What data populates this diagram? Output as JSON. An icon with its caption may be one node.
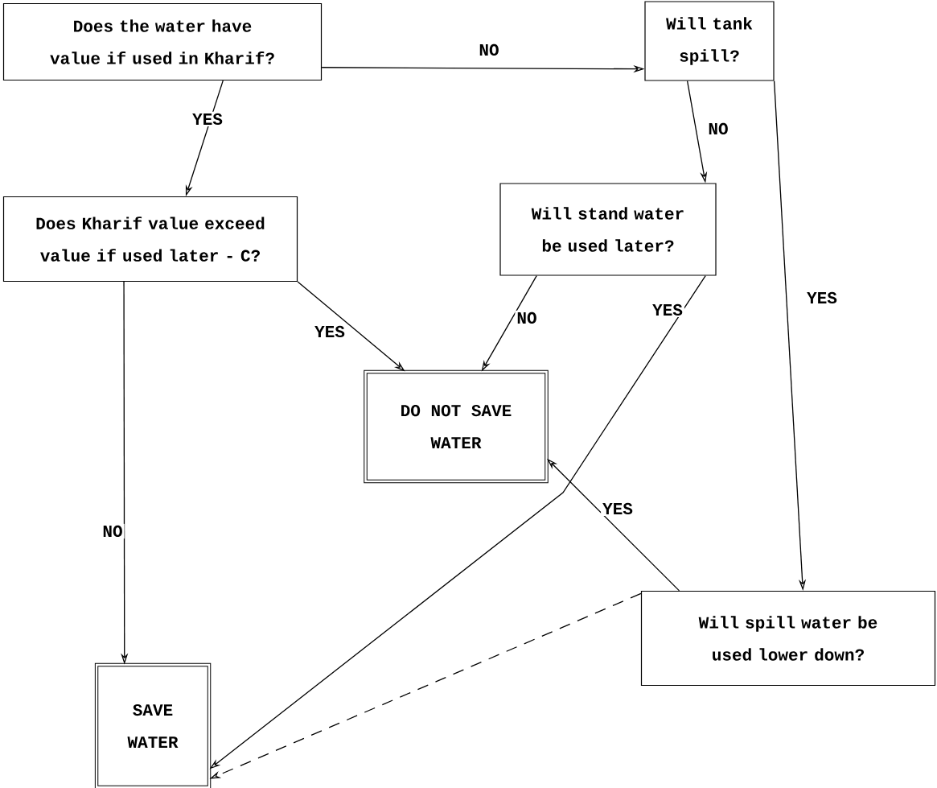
{
  "diagram": {
    "nodes": [
      {
        "text": [
          "Does the water have value if used in Kharif?"
        ]
      },
      {
        "text": [
          "Will tank spill?"
        ]
      },
      {
        "text": [
          "Does Kharif value exceed value if used later - C?"
        ]
      },
      {
        "text": [
          "Will stand water be used later?"
        ]
      },
      {
        "text": [
          "DO NOT SAVE WATER"
        ]
      },
      {
        "text": [
          "Will spill water be used lower down?"
        ]
      },
      {
        "text": [
          "SAVE WATER"
        ]
      }
    ],
    "edges": [
      {
        "from": 0,
        "to": 1,
        "arrow": "to",
        "label": "NO"
      },
      {
        "from": 0,
        "to": 2,
        "arrow": "to",
        "label": "YES"
      },
      {
        "from": 1,
        "to": 3,
        "arrow": "to",
        "label": "NO"
      },
      {
        "from": 1,
        "to": 5,
        "arrow": "to",
        "label": "YES"
      },
      {
        "from": 2,
        "to": 6,
        "arrow": "to",
        "label": "NO"
      },
      {
        "from": 2,
        "to": 4,
        "arrow": "to",
        "label": "YES"
      },
      {
        "from": 3,
        "to": 4,
        "arrow": "to",
        "label": "NO"
      },
      {
        "from": 3,
        "to": 6,
        "arrow": "to",
        "label": "YES"
      },
      {
        "from": 5,
        "to": 4,
        "arrow": "to",
        "label": "YES"
      },
      {
        "from": 5,
        "to": 6,
        "arrow": "to",
        "style": "dashed"
      }
    ]
  }
}
